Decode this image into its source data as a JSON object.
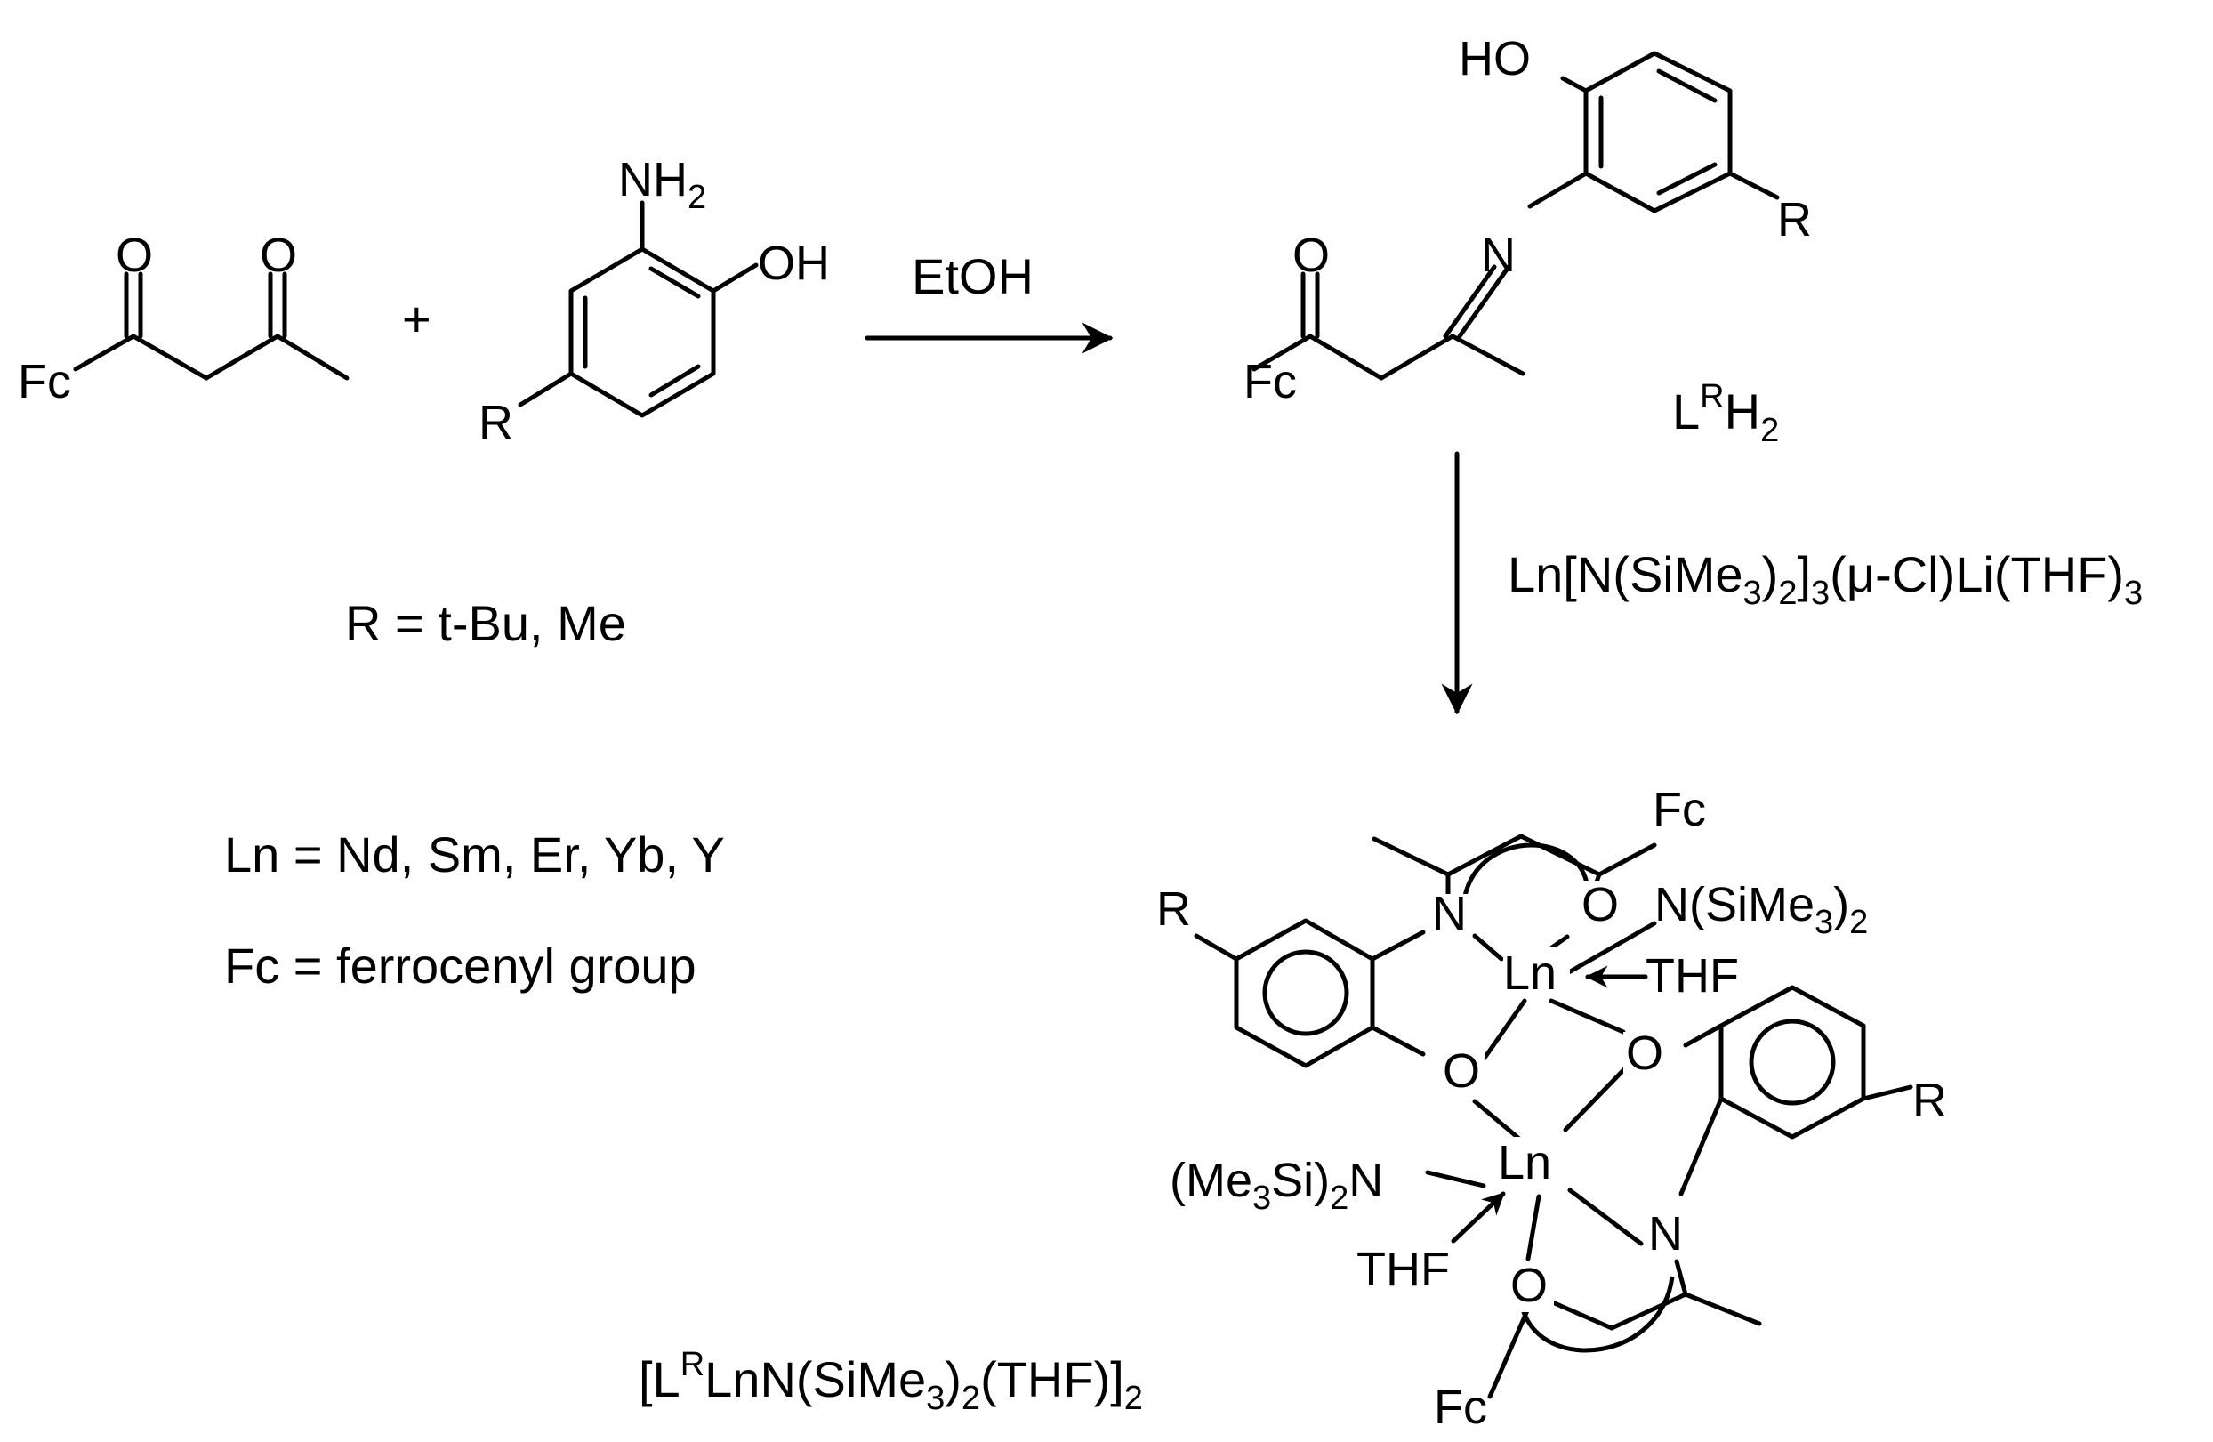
{
  "reactant1": {
    "fc": "Fc",
    "o1": "O",
    "o2": "O"
  },
  "plus": "+",
  "reactant2": {
    "nh2_main": "NH",
    "nh2_sub": "2",
    "oh": "OH",
    "r": "R"
  },
  "arrow1": {
    "label": "EtOH"
  },
  "ligand": {
    "ho": "HO",
    "r": "R",
    "n": "N",
    "o": "O",
    "fc": "Fc",
    "name_main": "L",
    "name_sup": "R",
    "name_h": "H",
    "name_sub": "2"
  },
  "arrow2": {
    "reagent_a": "Ln[N(SiMe",
    "sub_3a": "3",
    "reagent_b": ")",
    "sub_2": "2",
    "reagent_c": "]",
    "sub_3b": "3",
    "reagent_d": "(μ-Cl)Li(THF)",
    "sub_3c": "3"
  },
  "definitions": {
    "r_def": "R = t-Bu, Me",
    "ln_def": "Ln = Nd, Sm, Er, Yb, Y",
    "fc_def": "Fc = ferrocenyl group"
  },
  "product": {
    "fc_top": "Fc",
    "n_top": "N",
    "o_top": "O",
    "nsi_a": "N(SiMe",
    "nsi_sub3": "3",
    "nsi_b": ")",
    "nsi_sub2": "2",
    "ln_top": "Ln",
    "thf_top": "THF",
    "r_left": "R",
    "o_left": "O",
    "o_right": "O",
    "r_right": "R",
    "ln_bottom": "Ln",
    "mesi_a": "(Me",
    "mesi_sub3": "3",
    "mesi_b": "Si)",
    "mesi_sub2": "2",
    "mesi_c": "N",
    "thf_bottom": "THF",
    "n_bottom": "N",
    "o_bottom": "O",
    "fc_bottom": "Fc"
  },
  "product_name": {
    "a": "[L",
    "sup_r": "R",
    "b": "LnN(SiMe",
    "sub_3": "3",
    "c": ")",
    "sub_2": "2",
    "d": "(THF)]",
    "sub_2b": "2"
  }
}
